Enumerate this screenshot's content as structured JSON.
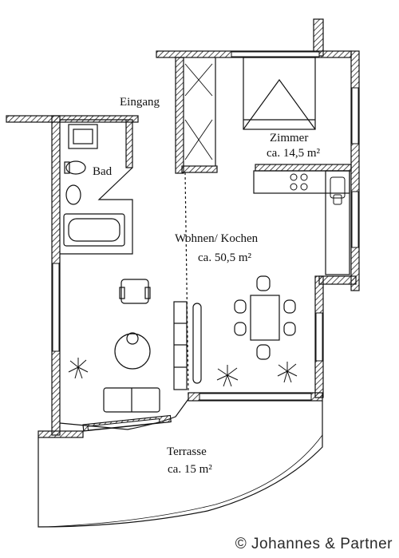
{
  "plan": {
    "rooms": [
      {
        "name": "Eingang"
      },
      {
        "name": "Bad"
      },
      {
        "name": "Zimmer",
        "area": "ca. 14,5 m²"
      },
      {
        "name": "Wohnen/ Kochen",
        "area": "ca. 50,5 m²"
      },
      {
        "name": "Terrasse",
        "area": "ca. 15 m²"
      }
    ]
  },
  "footer": {
    "copyright": "© Johannes & Partner"
  }
}
